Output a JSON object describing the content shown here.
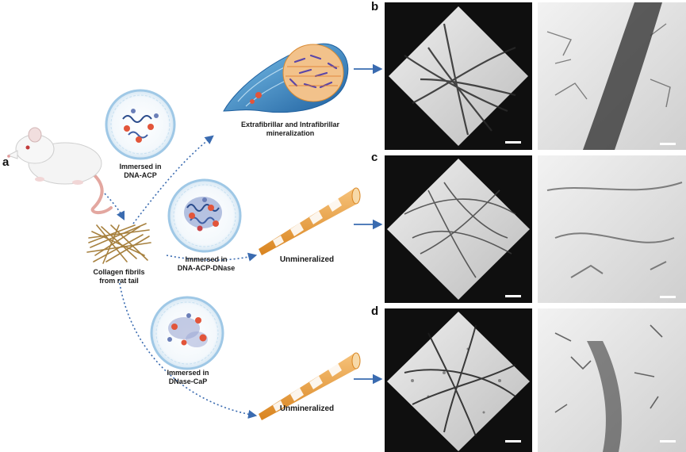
{
  "panel_letters": {
    "a": "a",
    "b": "b",
    "c": "c",
    "d": "d"
  },
  "conditions": [
    {
      "line1": "Immersed in",
      "line2": "DNA-ACP"
    },
    {
      "line1": "Immersed in",
      "line2": "DNA-ACP-DNase"
    },
    {
      "line1": "Immersed in",
      "line2": "DNase-CaP"
    }
  ],
  "collagen_label": {
    "line1": "Collagen fibrils",
    "line2": "from rat tail"
  },
  "outcomes": [
    {
      "line1": "Extrafibrillar and Intrafibrillar",
      "line2": "mineralization"
    },
    {
      "line1": "Unmineralized"
    },
    {
      "line1": "Unmineralized"
    }
  ],
  "colors": {
    "arrow_blue": "#3a6bb0",
    "fibril_orange": "#e0902a",
    "fibril_tan": "#a7813f",
    "mineral_blue": "#4aa3d8",
    "micrograph_bg": "#0f0f0f"
  }
}
